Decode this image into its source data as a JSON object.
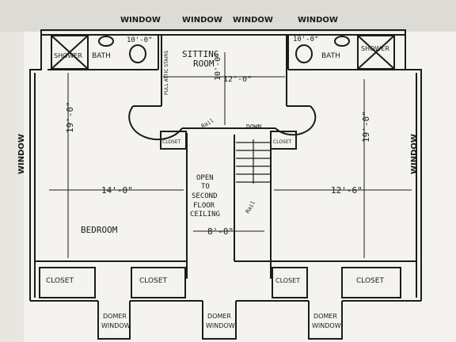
{
  "windows": {
    "top": [
      "WINDOW",
      "WINDOW",
      "WINDOW",
      "WINDOW"
    ],
    "left": "WINDOW",
    "right": "WINDOW"
  },
  "rooms": {
    "shower_left": "SHOWER",
    "bath_left": "BATH",
    "sitting": [
      "SITTING",
      "ROOM"
    ],
    "attic_stairs": "PULL ATTIC STAIRS",
    "bath_right": "BATH",
    "shower_right": "SHOWER",
    "closet_small": "CLOSET",
    "bedroom": "BEDROOM",
    "open_note": [
      "OPEN",
      "TO",
      "SECOND",
      "FLOOR",
      "CEILING"
    ],
    "down": "DOWN",
    "closets": [
      "CLOSET",
      "CLOSET",
      "CLOSET",
      "CLOSET"
    ],
    "dormers": [
      [
        "DOMER",
        "WINDOW"
      ],
      [
        "DOMER",
        "WINDOW"
      ],
      [
        "DOMER",
        "WINDOW"
      ]
    ]
  },
  "dimensions": {
    "bath_left_w": "10'-0\"",
    "bath_right_w": "10'-0\"",
    "sitting_h": "10'-0\"",
    "sitting_w": "12'-0\"",
    "bed_left_h": "19'-0\"",
    "bed_right_h": "19'-0\"",
    "bed_left_w": "14'-0\"",
    "bed_right_w": "12'-6\"",
    "stair_w": "8'-0\""
  },
  "notes": {
    "rail1": "Rail",
    "rail2": "Rail"
  }
}
